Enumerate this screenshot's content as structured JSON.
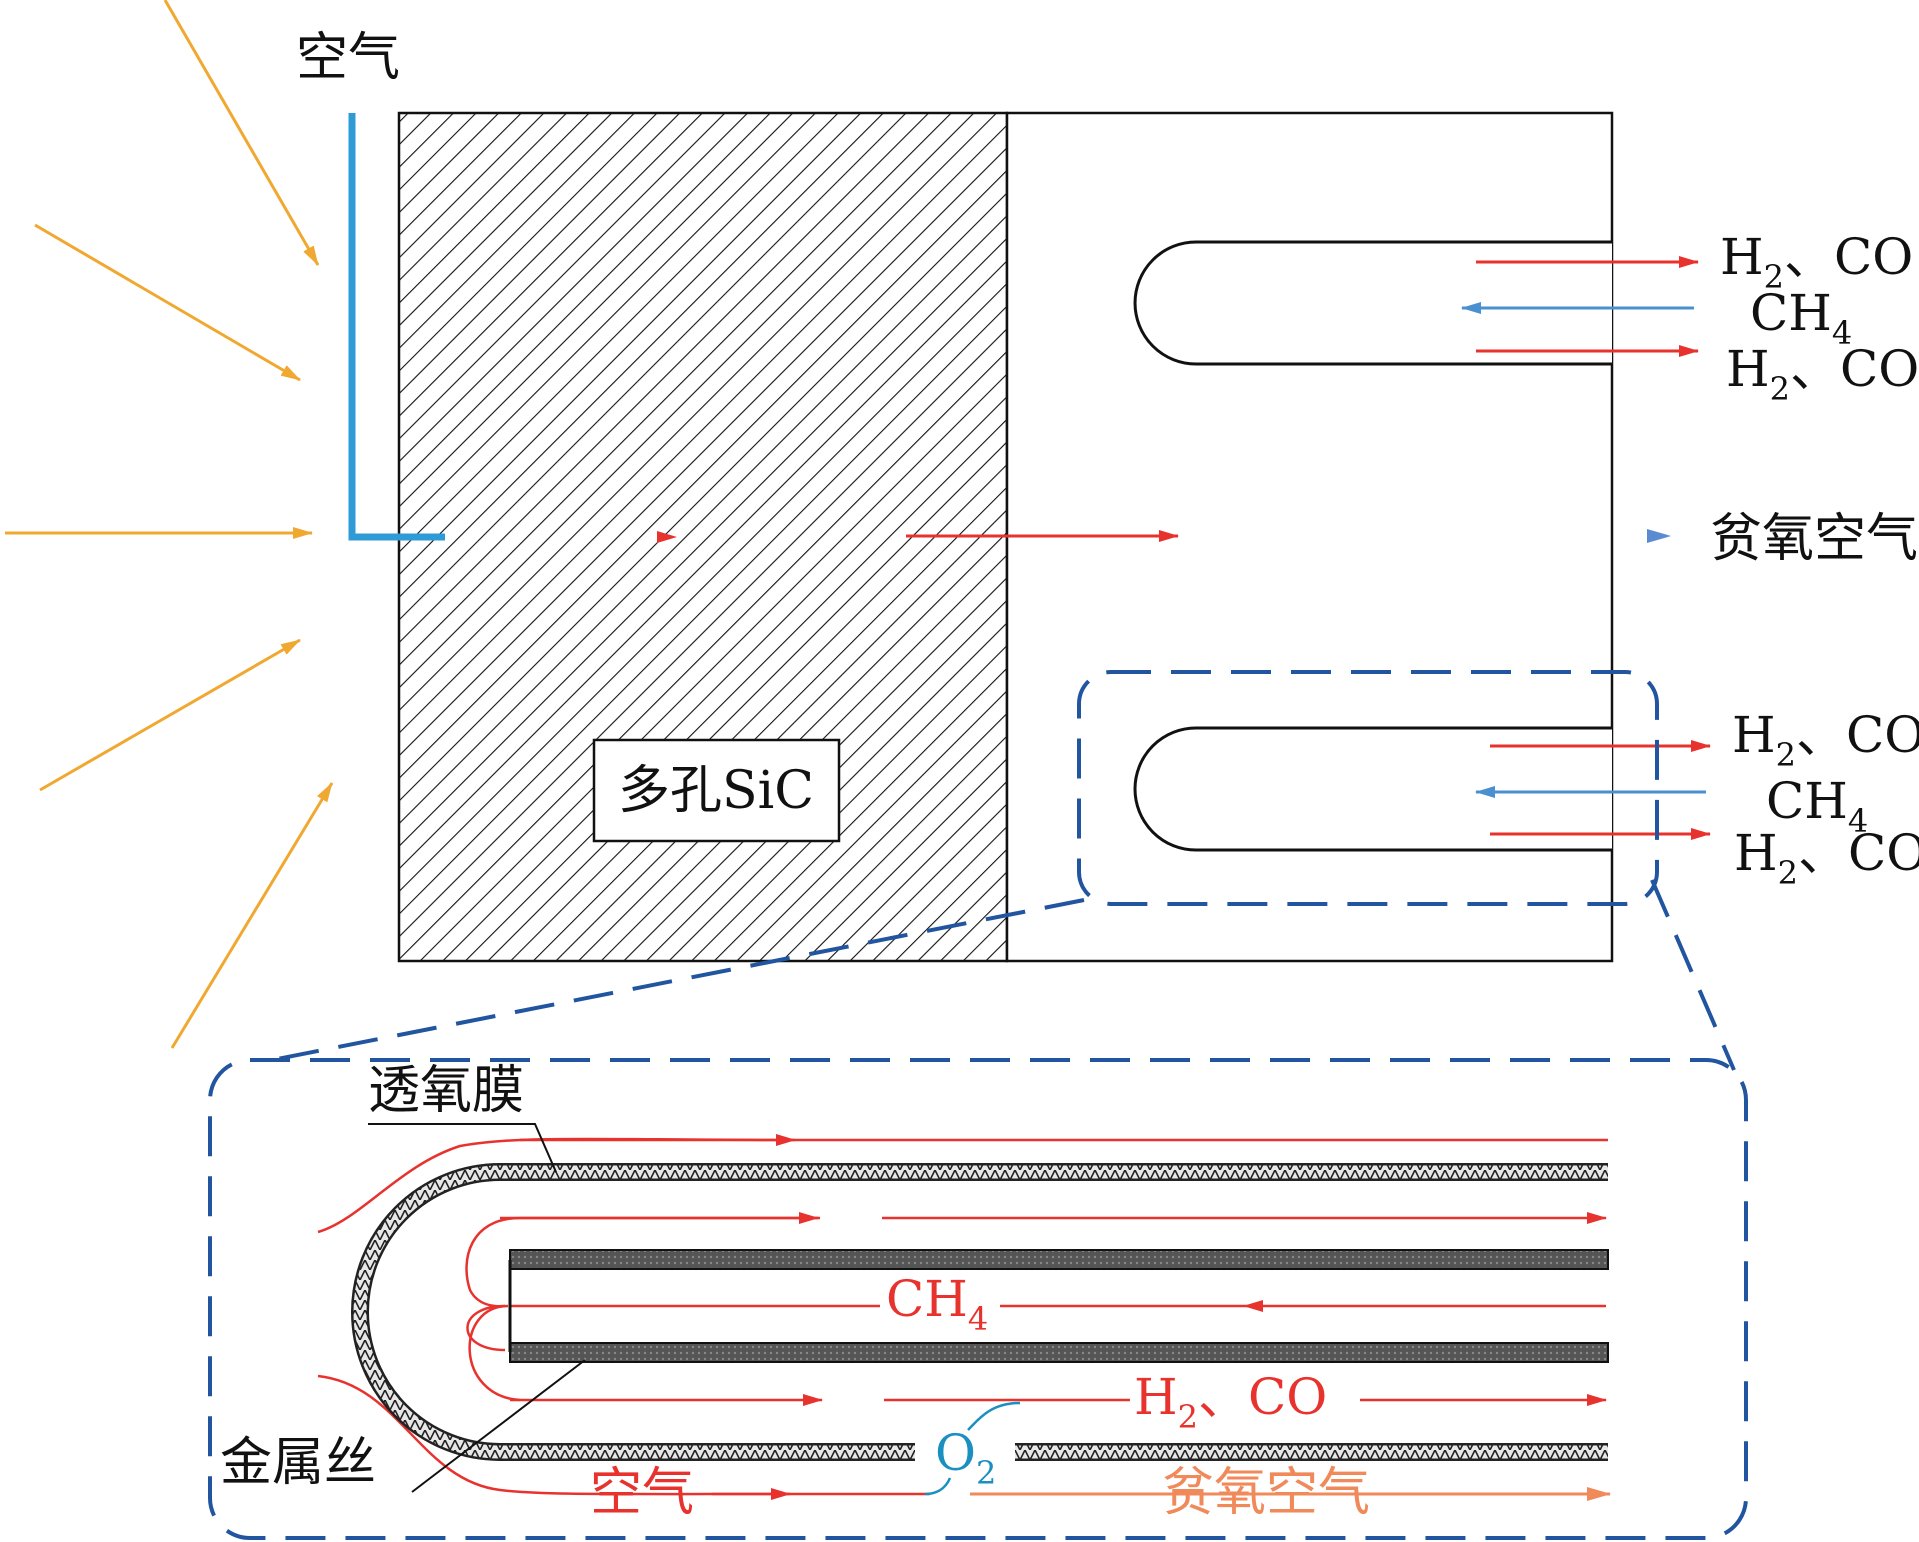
{
  "labels": {
    "air_top": "空气",
    "porous_sic": "多孔SiC",
    "depleted_air_right": "贫氧空气",
    "membrane": "透氧膜",
    "wire": "金属丝",
    "ch4_inner": "CH",
    "ch4_inner_sub": "4",
    "h2co_inner_h": "H",
    "h2co_inner_sub": "2",
    "h2co_inner_rest": "、CO",
    "o2_main": "O",
    "o2_sub": "2",
    "air_bottom": "空气",
    "depleted_air_bottom": "贫氧空气"
  },
  "outlet_top": {
    "h2co_1_h": "H",
    "h2co_1_sub": "2",
    "h2co_1_rest": "、CO",
    "ch4_main": "CH",
    "ch4_sub": "4",
    "h2co_2_h": "H",
    "h2co_2_sub": "2",
    "h2co_2_rest": "、CO"
  },
  "outlet_bottom": {
    "h2co_1_h": "H",
    "h2co_1_sub": "2",
    "h2co_1_rest": "、CO",
    "ch4_main": "CH",
    "ch4_sub": "4",
    "h2co_2_h": "H",
    "h2co_2_sub": "2",
    "h2co_2_rest": "、CO"
  },
  "colors": {
    "sun_rays": "#f0a830",
    "air_inlet": "#2e9bd6",
    "flow_red": "#e8322e",
    "flow_blue": "#4a90d0",
    "dashed_box": "#2255a0",
    "o2_text": "#1a8fc0",
    "depleted_air_text": "#f08a5a"
  }
}
